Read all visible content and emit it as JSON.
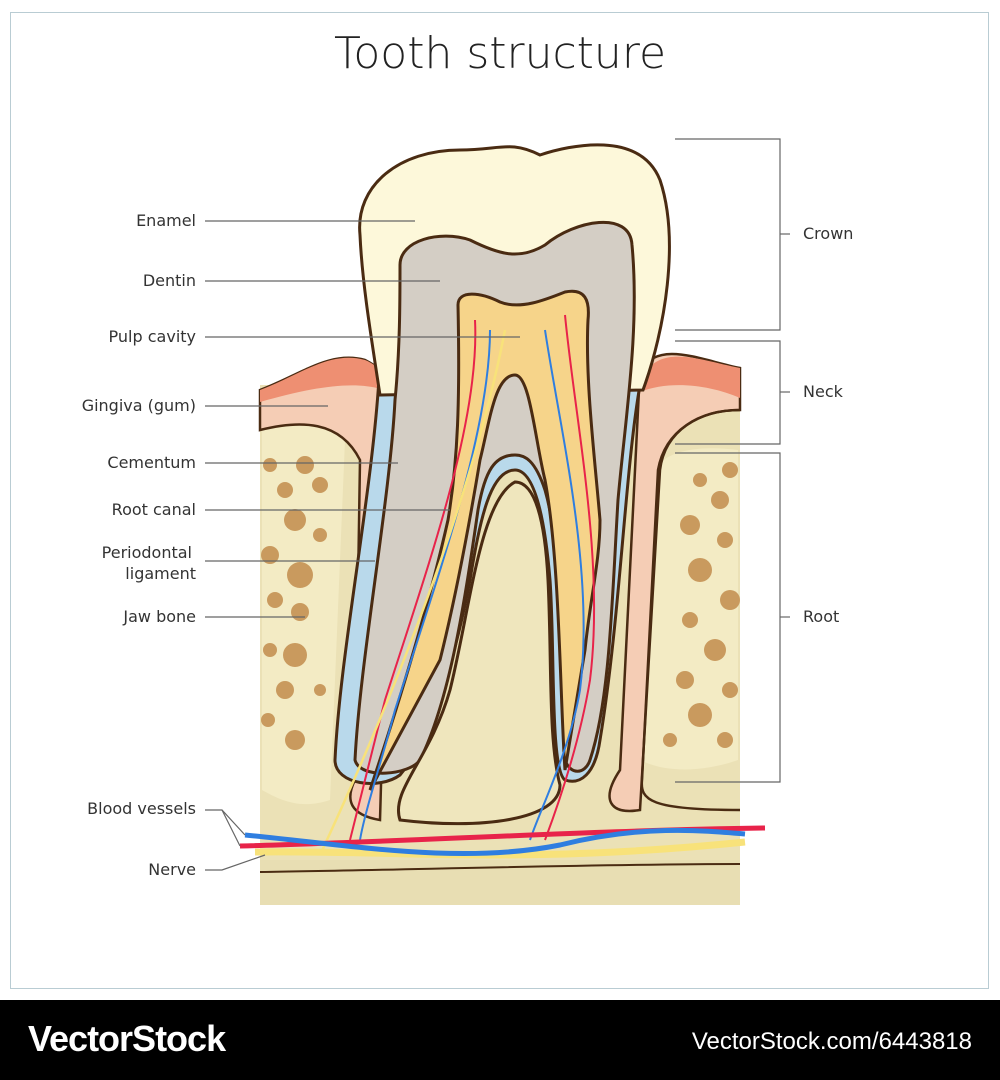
{
  "title": "Tooth structure",
  "left_labels": {
    "enamel": "Enamel",
    "dentin": "Dentin",
    "pulp_cavity": "Pulp cavity",
    "gingiva": "Gingiva (gum)",
    "cementum": "Cementum",
    "root_canal": "Root canal",
    "periodontal_1": "Periodontal",
    "periodontal_2": "ligament",
    "jaw_bone": "Jaw bone",
    "blood_vessels": "Blood vessels",
    "nerve": "Nerve"
  },
  "right_labels": {
    "crown": "Crown",
    "neck": "Neck",
    "root": "Root"
  },
  "footer": {
    "logo": "VectorStock",
    "url": "VectorStock.com/6443818"
  },
  "colors": {
    "enamel": "#fdf8da",
    "dentin": "#d4cec5",
    "pulp": "#f6d48a",
    "bone": "#ebe1b6",
    "bone_spot": "#c99a5e",
    "gum": "#f5cdb5",
    "gum_top": "#ee8f72",
    "cementum": "#b9d9eb",
    "artery": "#e8234a",
    "vein": "#2f7ee0",
    "nerve": "#f8e27a"
  }
}
